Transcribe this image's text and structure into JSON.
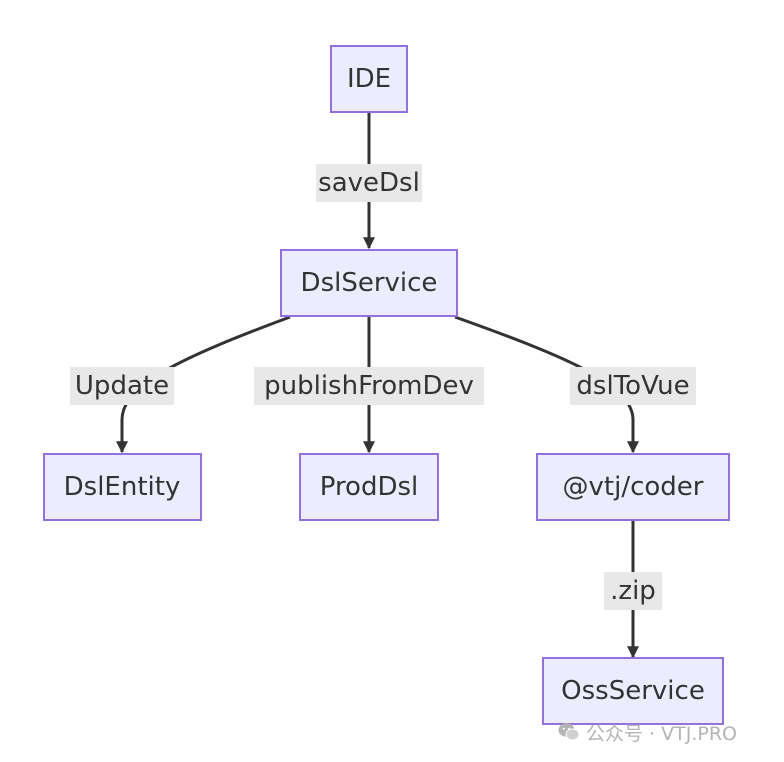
{
  "nodes": {
    "ide": "IDE",
    "dsl_service": "DslService",
    "dsl_entity": "DslEntity",
    "prod_dsl": "ProdDsl",
    "coder": "@vtj/coder",
    "oss_service": "OssService"
  },
  "edges": {
    "save_dsl": "saveDsl",
    "update": "Update",
    "publish_from_dev": "publishFromDev",
    "dsl_to_vue": "dslToVue",
    "zip": ".zip"
  },
  "watermark": {
    "icon": "wechat-icon",
    "text": "公众号 · VTJ.PRO"
  },
  "colors": {
    "node_fill": "#ECECFF",
    "node_stroke": "#9370DB",
    "edge": "#333333",
    "label_bg": "#E8E8E8",
    "text": "#333333"
  }
}
